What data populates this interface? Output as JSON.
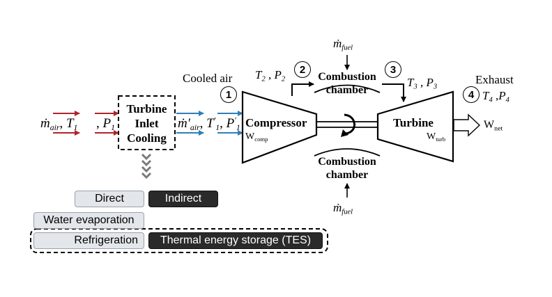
{
  "inlet_cooling": {
    "title_lines": [
      "Turbine",
      "Inlet",
      "Cooling"
    ]
  },
  "inlet_state": {
    "mdot": "ṁ",
    "mdot_sub": "air",
    "T": "T",
    "T_sub": "1",
    "P": "P",
    "P_sub": "1"
  },
  "cooled_state": {
    "mdot": "ṁ′",
    "mdot_sub": "air",
    "T": "T",
    "T_sub": "1",
    "T_sup": "′",
    "P": "P",
    "P_sub": "1",
    "P_sup": "′"
  },
  "labels": {
    "cooled_air": "Cooled air",
    "exhaust": "Exhaust"
  },
  "compressor": {
    "label": "Compressor",
    "work": "W",
    "work_sub": "comp"
  },
  "turbine": {
    "label": "Turbine",
    "work": "W",
    "work_sub": "turb"
  },
  "net_work": {
    "label": "W",
    "sub": "net"
  },
  "combustion_top": {
    "line1": "Combustion",
    "line2": "chamber"
  },
  "combustion_bottom": {
    "line1": "Combustion",
    "line2": "chamber"
  },
  "fuel_top": {
    "symbol": "ṁ",
    "sub": "fuel"
  },
  "fuel_bottom": {
    "symbol": "ṁ",
    "sub": "fuel"
  },
  "state2": {
    "T": "T",
    "T_sub": "2",
    "P": "P",
    "P_sub": "2"
  },
  "state3": {
    "T": "T",
    "T_sub": "3",
    "P": "P",
    "P_sub": "3"
  },
  "state4": {
    "T": "T",
    "T_sub": "4",
    "P": "P",
    "P_sub": "4"
  },
  "states": [
    "1",
    "2",
    "3",
    "4"
  ],
  "methods": {
    "direct": "Direct",
    "indirect": "Indirect",
    "water_evaporation": "Water evaporation",
    "refrigeration": "Refrigeration",
    "tes": "Thermal energy storage (TES)"
  },
  "colors": {
    "inlet_arrow": "#b0242a",
    "cooled_arrow": "#2e7fb8",
    "dark_pill": "#2a2a2a",
    "light_pill": "#e3e6ea"
  }
}
